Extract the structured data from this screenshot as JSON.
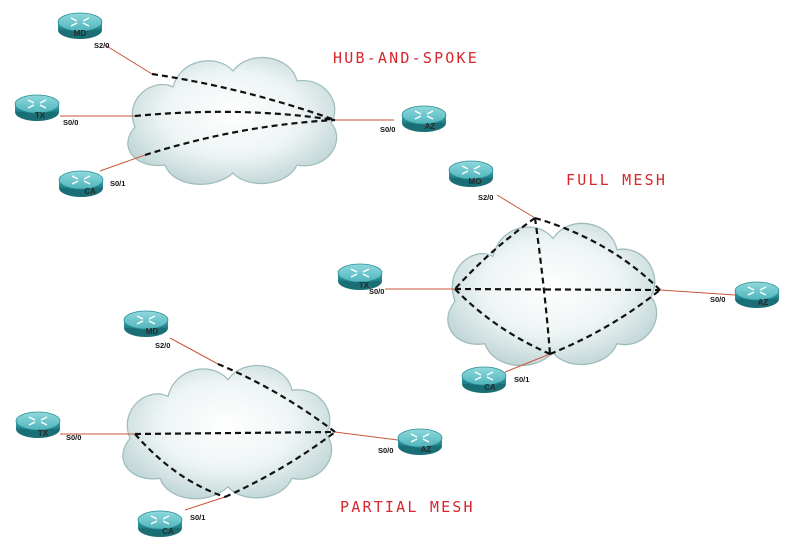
{
  "titles": {
    "hub": "HUB-AND-SPOKE",
    "full": "FULL MESH",
    "partial": "PARTIAL MESH"
  },
  "colors": {
    "title": "#d8262b",
    "router_body": "#2a9aa2",
    "router_top": "#6cc6cc",
    "serial_link": "#c8573a",
    "dashed_link": "#111111"
  },
  "icons": {
    "router": "router-icon",
    "cloud": "cloud-icon"
  },
  "hub_and_spoke": {
    "routers": {
      "md": "MD",
      "tx": "TX",
      "ca": "CA",
      "az": "AZ"
    },
    "interfaces": {
      "md": "S2/0",
      "tx": "S0/0",
      "ca": "S0/1",
      "az": "S0/0"
    }
  },
  "full_mesh": {
    "routers": {
      "mo": "MO",
      "tx": "TX",
      "ca": "CA",
      "az": "AZ"
    },
    "interfaces": {
      "mo": "S2/0",
      "tx": "S0/0",
      "ca": "S0/1",
      "az": "S0/0"
    }
  },
  "partial_mesh": {
    "routers": {
      "md": "MD",
      "tx": "TX",
      "ca": "CA",
      "az": "AZ"
    },
    "interfaces": {
      "md": "S2/0",
      "tx": "S0/0",
      "ca": "S0/1",
      "az": "S0/0"
    }
  }
}
